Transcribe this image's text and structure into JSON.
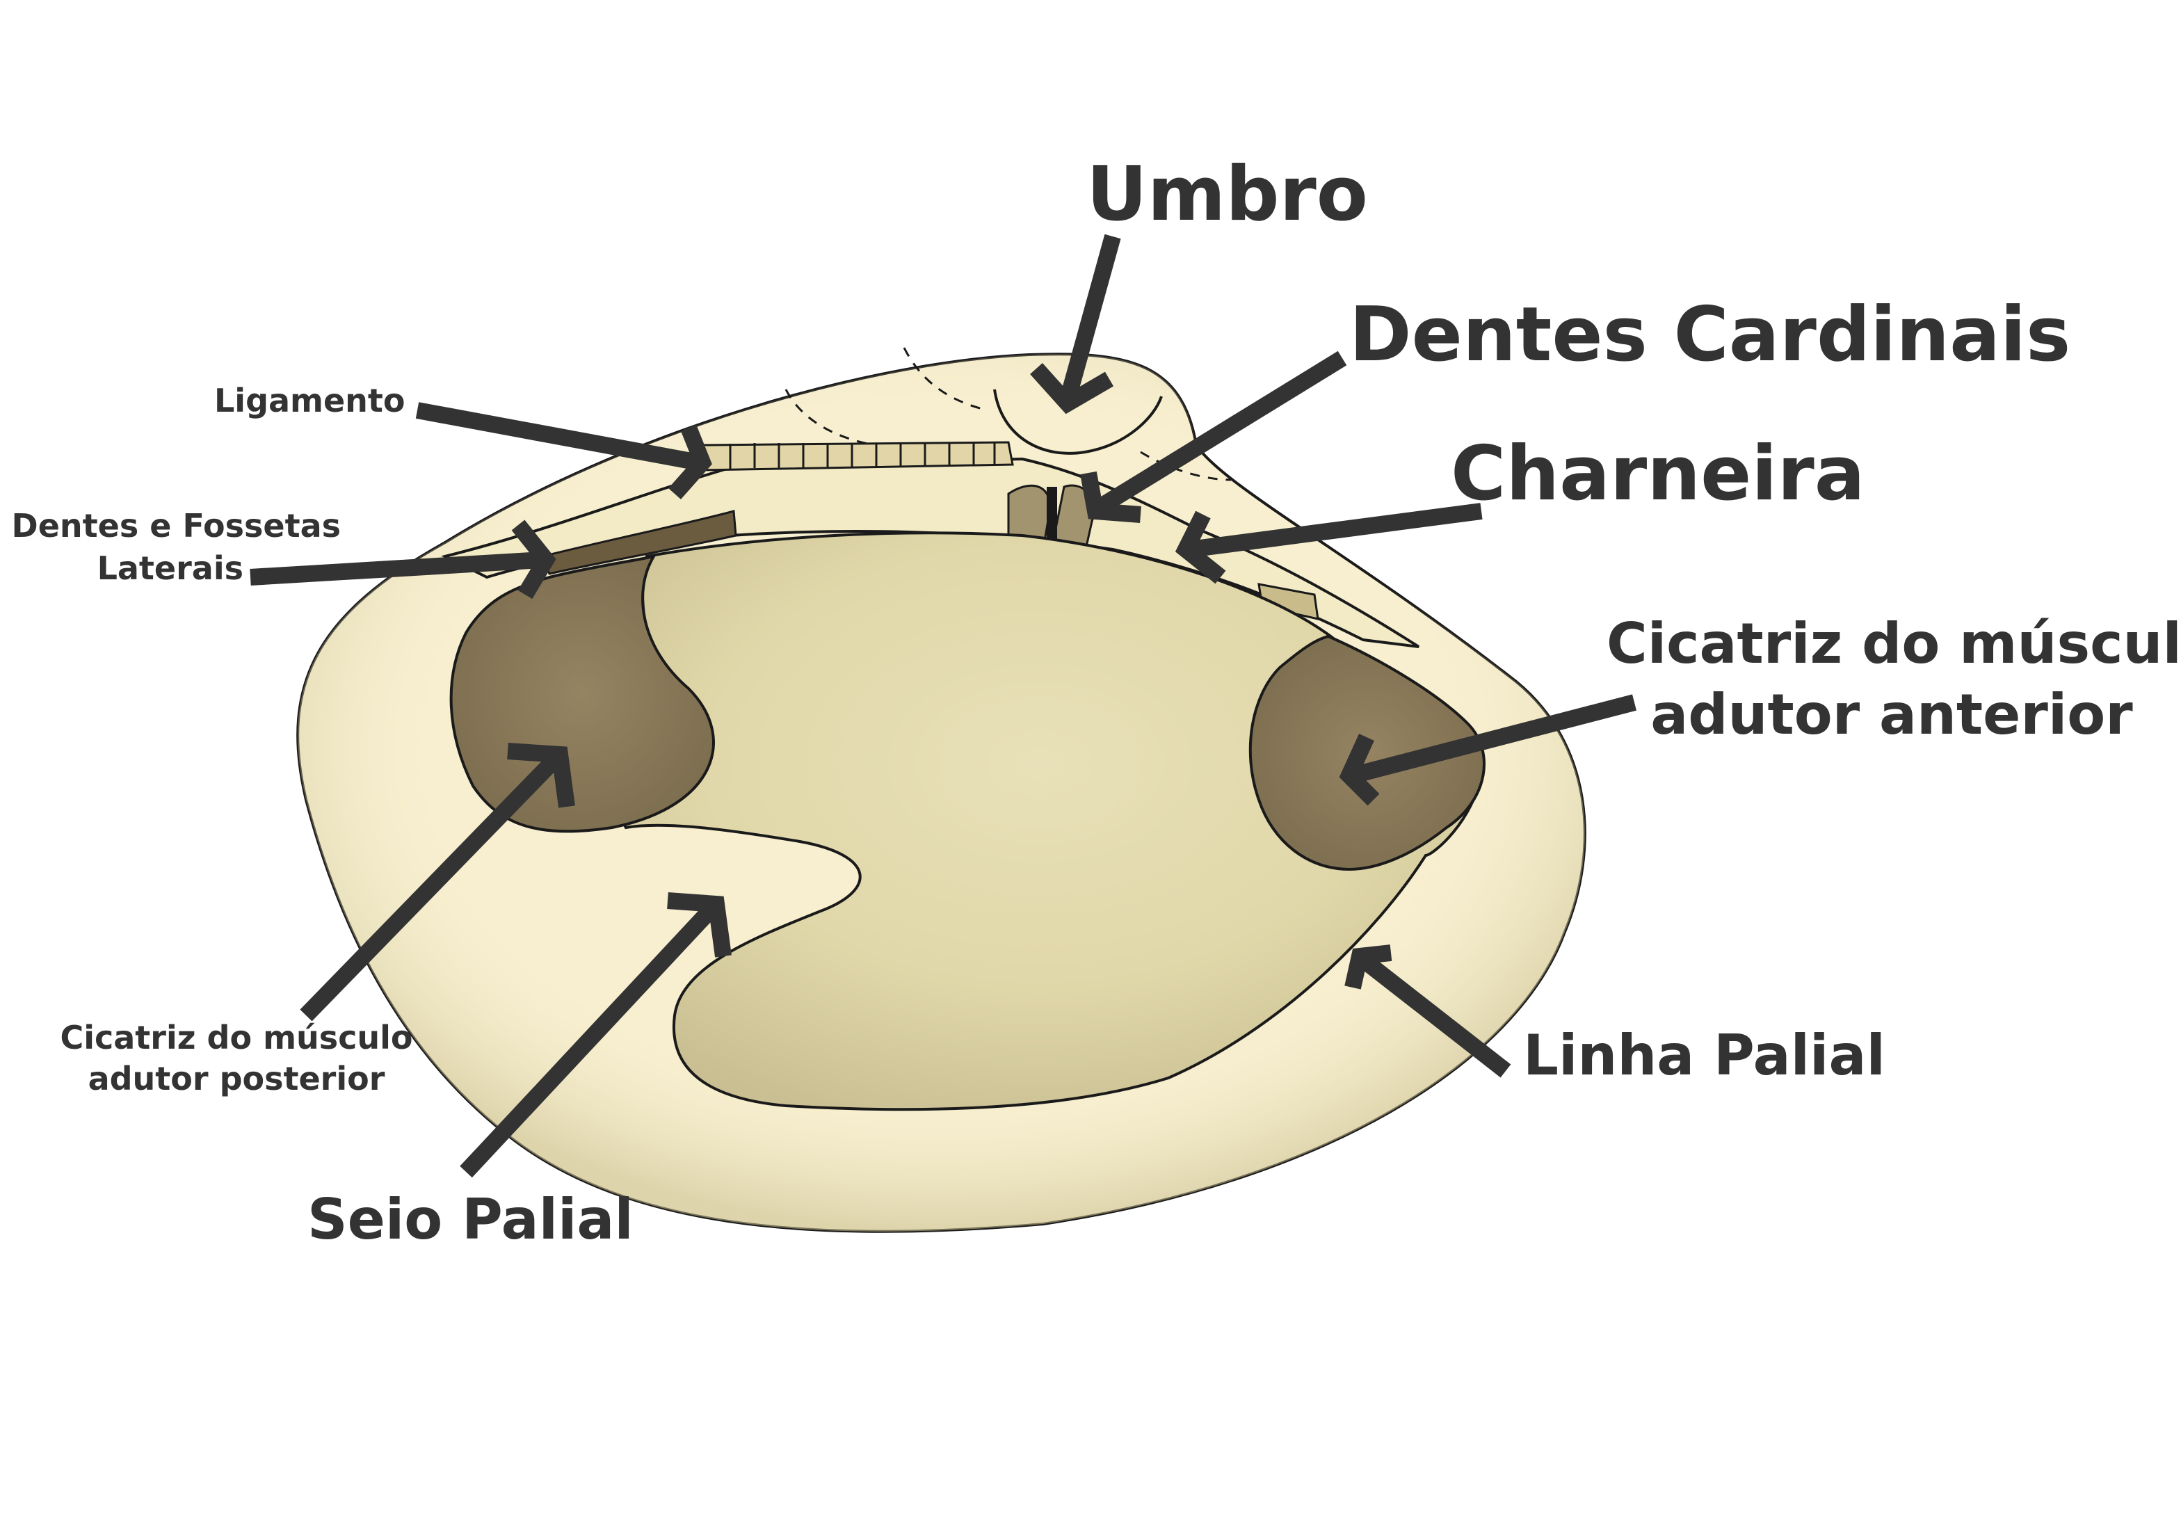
{
  "labels": {
    "umbro": "Umbro",
    "dentes_cardinais": "Dentes Cardinais",
    "charneira": "Charneira",
    "cicatriz_anterior_l1": "Cicatriz do músculo",
    "cicatriz_anterior_l2": "adutor anterior",
    "linha_palial": "Linha Palial",
    "seio_palial": "Seio Palial",
    "cicatriz_posterior_l1": "Cicatriz do músculo",
    "cicatriz_posterior_l2": "adutor posterior",
    "ligamento": "Ligamento",
    "dentes_fossetas_l1": "Dentes e Fossetas",
    "dentes_fossetas_l2": "Laterais"
  },
  "colors": {
    "shell_outer": "#f7efcf",
    "shell_inner": "#e4dbae",
    "muscle_scar": "#8f7e5c",
    "outline": "#1a1a1a",
    "arrow": "#333333"
  }
}
